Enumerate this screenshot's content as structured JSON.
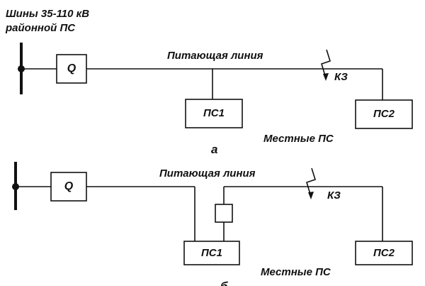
{
  "header": {
    "bus_label_line1": "Шины 35-110 кВ",
    "bus_label_line2": "районной ПС"
  },
  "scheme_a": {
    "breaker": "Q",
    "feeder_label": "Питающая линия",
    "fault_label": "КЗ",
    "substation_1": "ПС1",
    "substation_2": "ПС2",
    "local_label": "Местные ПС",
    "caption": "а"
  },
  "scheme_b": {
    "breaker": "Q",
    "feeder_label": "Питающая линия",
    "fault_label": "КЗ",
    "substation_1": "ПС1",
    "substation_2": "ПС2",
    "local_label": "Местные ПС",
    "caption": "б"
  }
}
